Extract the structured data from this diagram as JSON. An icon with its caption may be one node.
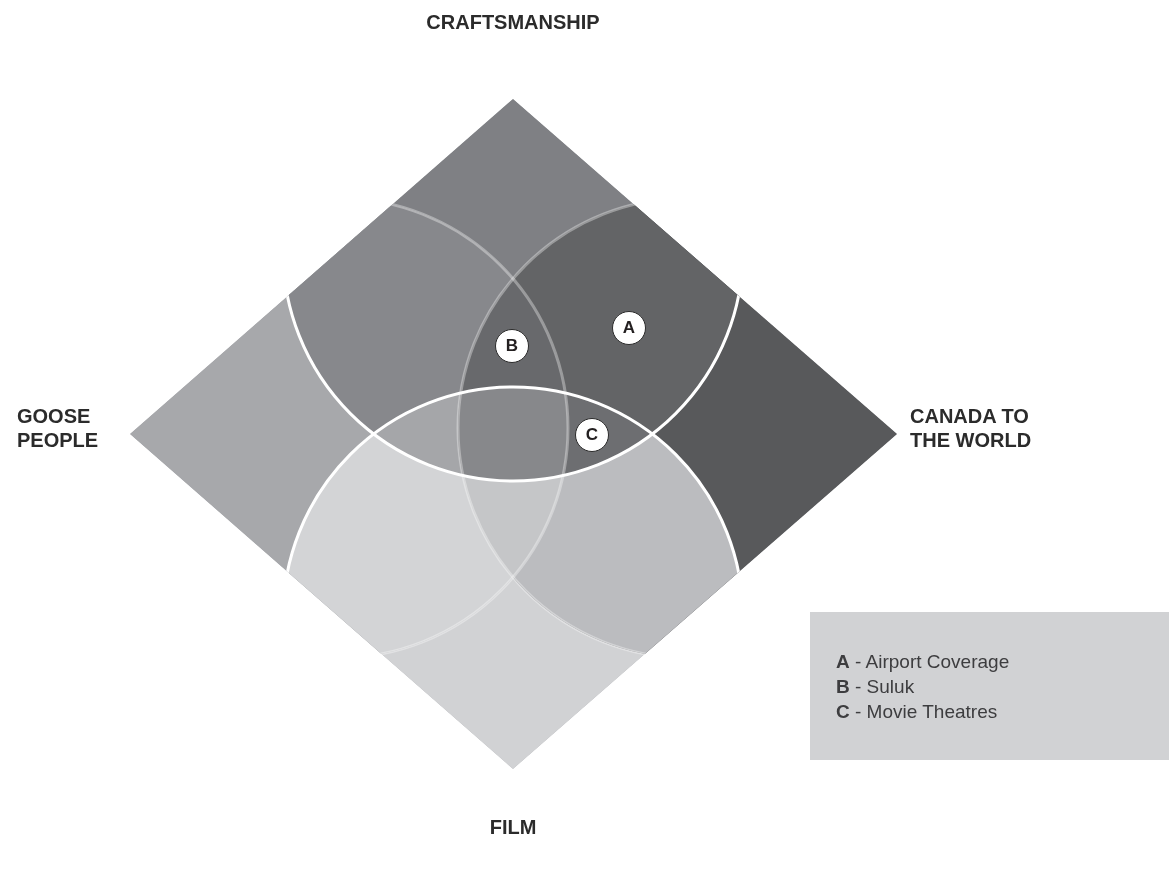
{
  "diagram": {
    "nodes": [
      {
        "text": [
          "A"
        ]
      },
      {
        "text": [
          "B"
        ]
      },
      {
        "text": [
          "C"
        ]
      },
      {
        "text": [
          "**A** - Airport Coverage",
          "**B** - Suluk",
          "**C** - Movie Theatres"
        ]
      }
    ],
    "labels": [
      "CRAFTSMANSHIP",
      "GOOSE PEOPLE",
      "CANADA TO THE WORLD",
      "FILM"
    ]
  }
}
